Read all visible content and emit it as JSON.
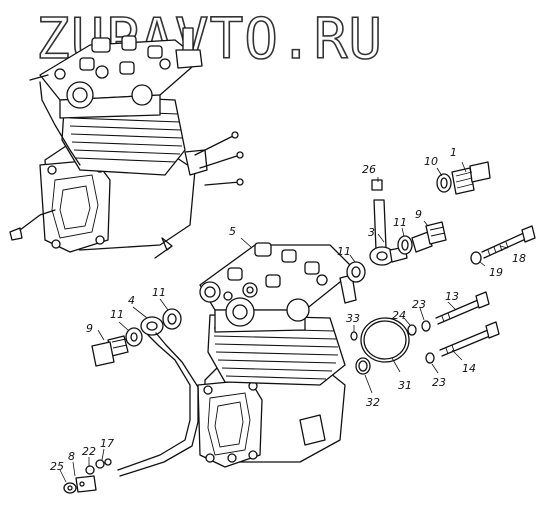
{
  "watermark": "ZUPAVTO.RU",
  "callouts": [
    "1",
    "10",
    "26",
    "3",
    "11",
    "9",
    "5",
    "18",
    "19",
    "11",
    "4",
    "11",
    "9",
    "11",
    "24",
    "23",
    "13",
    "33",
    "31",
    "32",
    "14",
    "23",
    "8",
    "22",
    "17",
    "25"
  ],
  "colors": {
    "ink": "#111111",
    "background": "#ffffff"
  }
}
